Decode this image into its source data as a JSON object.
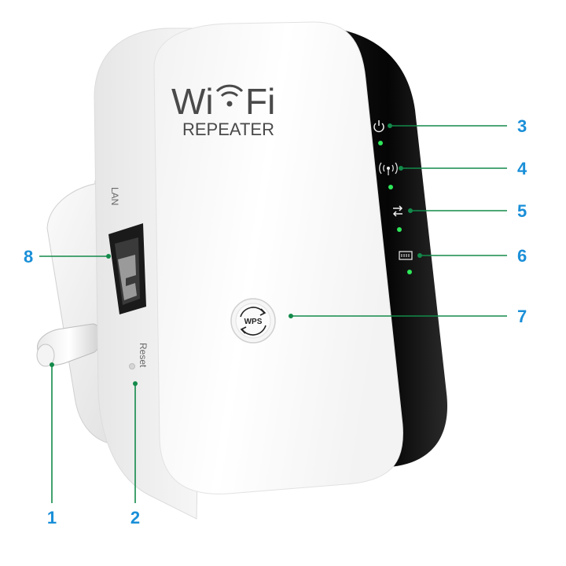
{
  "device": {
    "brand_prefix": "Wi",
    "brand_suffix": "Fi",
    "model_label": "REPEATER",
    "lan_label": "LAN",
    "reset_label": "Reset",
    "wps_label": "WPS"
  },
  "callouts": [
    {
      "id": "plug-pin",
      "number": "1"
    },
    {
      "id": "reset-button",
      "number": "2"
    },
    {
      "id": "power-led",
      "number": "3",
      "icon": "power-icon"
    },
    {
      "id": "wifi-led",
      "number": "4",
      "icon": "wireless-signal-icon"
    },
    {
      "id": "data-led",
      "number": "5",
      "icon": "transfer-arrows-icon"
    },
    {
      "id": "lan-led",
      "number": "6",
      "icon": "ethernet-port-icon"
    },
    {
      "id": "wps-button",
      "number": "7",
      "icon": "wps-icon"
    },
    {
      "id": "lan-port",
      "number": "8"
    }
  ],
  "colors": {
    "callout_number": "#1a8fd8",
    "leader_line": "#138a4a",
    "led_green": "#2ee85a",
    "body_white": "#fafafa",
    "side_panel": "#0c0c0c"
  }
}
